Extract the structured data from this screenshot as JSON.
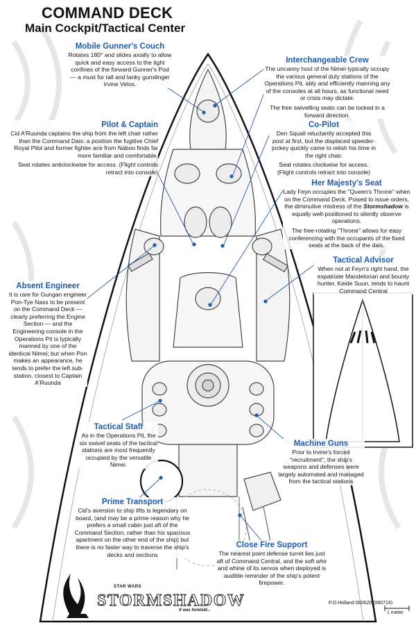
{
  "title": "COMMAND DECK",
  "subtitle": "Main Cockpit/Tactical Center",
  "callouts": {
    "gunner": {
      "heading": "Mobile Gunner's Couch",
      "text": "Rotates 180° and slides axially to allow quick and easy access to the tight confines of the forward Gunner's Pod — a must for tall and lanky gunslinger Irvine Velos."
    },
    "crew": {
      "heading": "Interchangeable Crew",
      "text": "The uncanny host of the Nimei typically occupy the various general duty stations of the Operations Pit, ably and efficiently manning any of the consoles at all hours, as functional need or crisis may dictate.",
      "text2": "The free swivelling seats can be locked in a forward direction."
    },
    "pilot": {
      "heading": "Pilot & Captain",
      "text": "Cid A'Ruunda captains the ship from the left chair rather than the Command Dais: a position the fugitive Chief Royal Pilot and former fighter ace from Naboo finds far more familiar and comfortable.",
      "text2": "Seat rotates anticlockwise for access. (Flight controls retract into console)"
    },
    "copilot": {
      "heading": "Co-Pilot",
      "text": "Den Squall reluctantly accepted this post at first, but the displaced speeder-jockey quickly came to relish his time in the right chair.",
      "text2": "Seat rotates clockwise for access. (Flight controls retract into console)"
    },
    "seat": {
      "heading": "Her Majesty's Seat",
      "text_pre": "Lady Feyn occupies the \"Queen's Throne\" when on the Command Deck. Poised to issue orders, the diminutive mistress of the",
      "ship": "Stormshadow",
      "text_post": "is equally well-positioned to silently observe operations.",
      "text2": "The free-rotating \"Throne\" allows for easy conferencing with the occupants of the fixed seats at the back of the dais."
    },
    "advisor": {
      "heading": "Tactical Advisor",
      "text": "When not at Feyn's right hand, the expatriate Mandelorian and bounty hunter, Keide Suun, tends to haunt Command Central"
    },
    "engineer": {
      "heading": "Absent Engineer",
      "text": "It is rare for Gungan engineer Pon-Tye Nass to be present on the Command Deck — clearly preferring the Engine Section — and the Engineering console in the Operations Pit is typically manned by one of the identical Nimei; but when Pon makes an appearance, he tends to prefer the left sub-station, closest to Captain A'Ruunda"
    },
    "staff": {
      "heading": "Tactical Staff",
      "text": "As in the Operations Pit, the six swivel seats of the tactical stations are most frequently occupied by the versatile Nimei."
    },
    "guns": {
      "heading": "Machine Guns",
      "text": "Prior to Irvine's forced \"recruitment\", the ship's weapons and defenses were largely automated and managed from the tactical stations"
    },
    "transport": {
      "heading": "Prime Transport",
      "text": "Cid's aversion to ship lifts is legendary on board, (and may be a prime reason why he prefers a small cabin just aft of the Command Section, rather than his spacious apartment on the other end of the ship) but there is no faster way to traverse the ship's decks and sections"
    },
    "support": {
      "heading": "Close Fire Support",
      "text": "The nearest point defense turret lies just aft of Command Central, and the soft whir and whine of its servos when deployed is audible reminder of the ship's potent firepower."
    }
  },
  "logo": {
    "franchise": "STAR WARS",
    "name": "STORMSHADOW",
    "tagline": "It was foretold..."
  },
  "credit": "P.O.Holland 080620 (080719)",
  "scale_label": "1 meter",
  "colors": {
    "accent": "#1e5aa8",
    "line": "#1e5aa8",
    "ink": "#111111"
  }
}
